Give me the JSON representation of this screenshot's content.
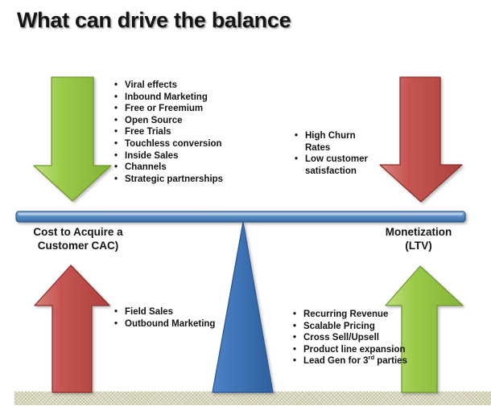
{
  "title": "What can drive the balance",
  "beam": {
    "left_label_line1": "Cost to Acquire a",
    "left_label_line2": "Customer CAC)",
    "right_label_line1": "Monetization",
    "right_label_line2": "(LTV)"
  },
  "lists": {
    "cac_down": [
      "Viral effects",
      "Inbound Marketing",
      "Free or Freemium",
      "Open Source",
      "Free Trials",
      "Touchless conversion",
      "Inside Sales",
      "Channels",
      "Strategic partnerships"
    ],
    "ltv_down": [
      "High Churn Rates",
      "Low customer satisfaction"
    ],
    "cac_up": [
      "Field Sales",
      "Outbound Marketing"
    ],
    "ltv_up": [
      "Recurring Revenue",
      "Scalable Pricing",
      "Cross Sell/Upsell",
      "Product line expansion",
      "Lead Gen for 3rd parties"
    ]
  },
  "icons": {
    "green_down_arrow": "down-arrow",
    "red_down_arrow": "down-arrow",
    "red_up_arrow": "up-arrow",
    "green_up_arrow": "up-arrow",
    "fulcrum": "triangle-fulcrum",
    "beam": "balance-beam",
    "ground": "hatched-ground"
  },
  "colors": {
    "green_arrow": "#8cc63e",
    "green_arrow_border": "#70992f",
    "red_arrow": "#c0504d",
    "red_arrow_border": "#8e2f2c",
    "beam_blue": "#4f81bd",
    "beam_border": "#2d5988",
    "fulcrum_blue": "#3a6fb0",
    "ground_beige": "#eceadb",
    "title_text": "#141414"
  }
}
